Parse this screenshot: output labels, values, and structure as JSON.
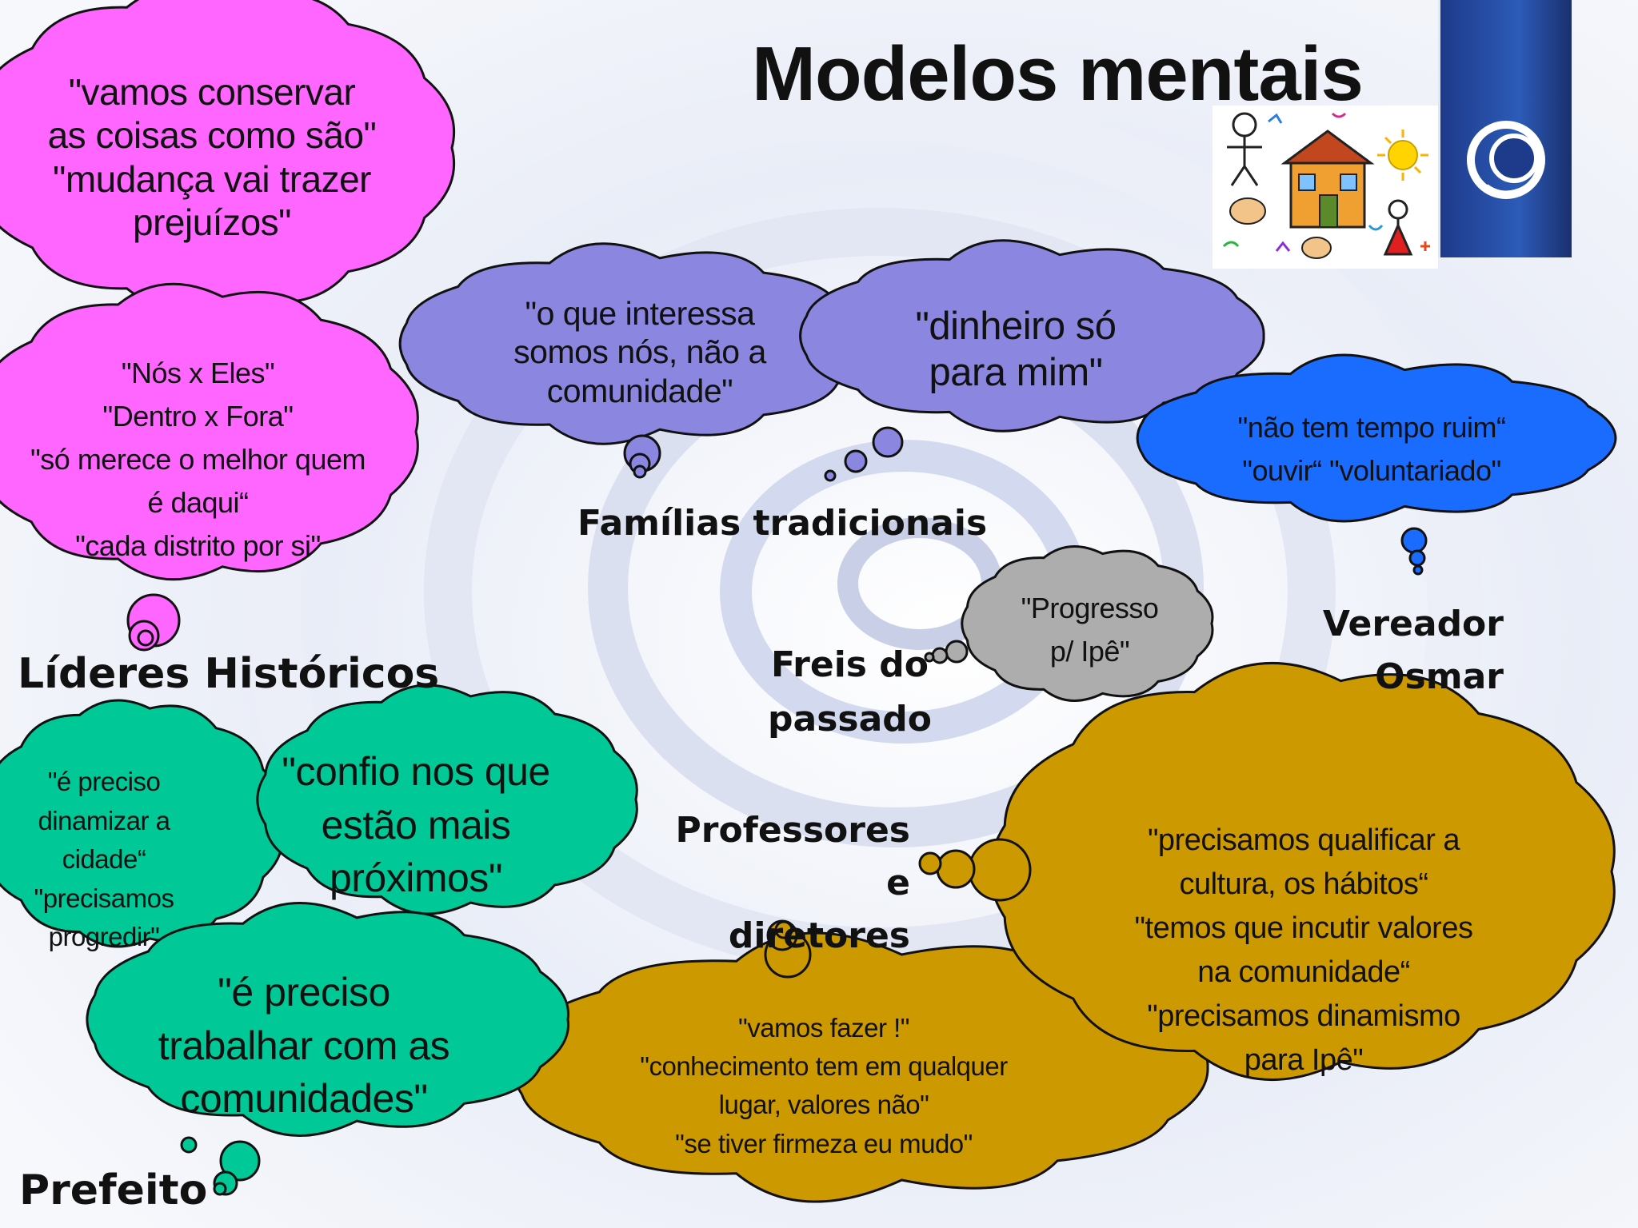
{
  "title": "Modelos mentais",
  "colors": {
    "pink": "#ff66ff",
    "lavender": "#8b86e0",
    "blue": "#1a6bff",
    "gray": "#adadad",
    "teal": "#00c896",
    "gold": "#cc9900",
    "logo_blue": "#1e3a8a"
  },
  "icons": [
    "stick-figure-icon",
    "house-icon",
    "sun-icon",
    "logo-swirl-icon"
  ],
  "clouds": [
    {
      "id": "lideres-1",
      "color": "pink",
      "lines": [
        "\"vamos conservar",
        "as coisas como são\"",
        "\"mudança vai trazer",
        "prejuízos\""
      ]
    },
    {
      "id": "lideres-2",
      "color": "pink",
      "lines": [
        "\"Nós x Eles\"",
        "\"Dentro x Fora\"",
        "\"só merece o melhor quem",
        "é daqui“",
        "\"cada distrito por si\""
      ]
    },
    {
      "id": "familias-1",
      "color": "lavender",
      "lines": [
        "\"o que interessa",
        "somos nós, não a",
        "comunidade\""
      ]
    },
    {
      "id": "familias-2",
      "color": "lavender",
      "lines": [
        "\"dinheiro só",
        "para mim\""
      ]
    },
    {
      "id": "vereador",
      "color": "blue",
      "lines": [
        "\"não tem tempo ruim“",
        "\"ouvir“ \"voluntariado\""
      ]
    },
    {
      "id": "freis",
      "color": "gray",
      "lines": [
        "\"Progresso",
        "p/ Ipê\""
      ]
    },
    {
      "id": "prefeito-1",
      "color": "teal",
      "lines": [
        "\"é preciso",
        "dinamizar a",
        "cidade“",
        "\"precisamos",
        "progredir\""
      ]
    },
    {
      "id": "prefeito-2",
      "color": "teal",
      "lines": [
        "\"confio nos que",
        "estão mais",
        "próximos\""
      ]
    },
    {
      "id": "prefeito-3",
      "color": "teal",
      "lines": [
        "\"é preciso",
        "trabalhar com as",
        "comunidades\""
      ]
    },
    {
      "id": "professores-1",
      "color": "gold",
      "lines": [
        "\"vamos fazer !\"",
        "\"conhecimento tem em qualquer",
        "lugar, valores não\"",
        "\"se tiver firmeza eu mudo\""
      ]
    },
    {
      "id": "professores-2",
      "color": "gold",
      "lines": [
        "\"precisamos qualificar a",
        "cultura, os hábitos“",
        "\"temos que incutir valores",
        "na comunidade“",
        "\"precisamos dinamismo",
        "para Ipê\""
      ]
    }
  ],
  "labels": {
    "lideres": "Líderes Históricos",
    "familias": "Famílias tradicionais",
    "freis": [
      "Freis do",
      "passado"
    ],
    "vereador": [
      "Vereador",
      "Osmar"
    ],
    "professores": [
      "Professores e",
      "diretores"
    ],
    "prefeito": "Prefeito"
  }
}
